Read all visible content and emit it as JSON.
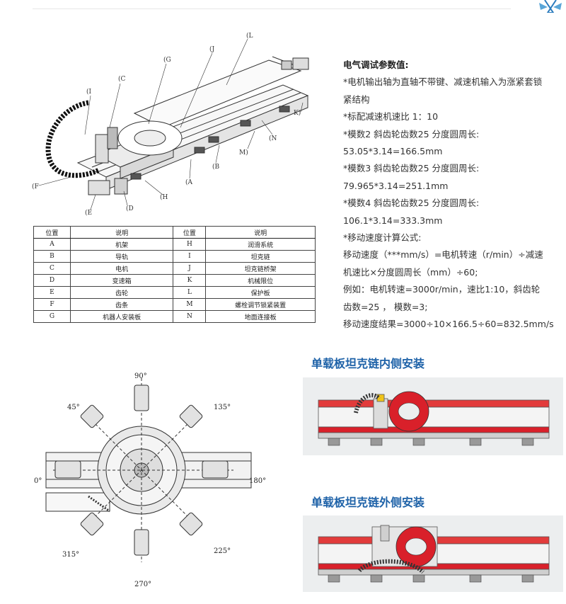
{
  "callouts": [
    "I",
    "C",
    "G",
    "J",
    "L",
    "K",
    "N",
    "M",
    "B",
    "A",
    "H",
    "D",
    "E",
    "F"
  ],
  "table": {
    "headers": [
      "位置",
      "说明",
      "位置",
      "说明"
    ],
    "rows": [
      [
        "A",
        "机架",
        "H",
        "润滑系统"
      ],
      [
        "B",
        "导轨",
        "I",
        "坦克链"
      ],
      [
        "C",
        "电机",
        "J",
        "坦克链桥架"
      ],
      [
        "D",
        "变速箱",
        "K",
        "机械限位"
      ],
      [
        "E",
        "齿轮",
        "L",
        "保护板"
      ],
      [
        "F",
        "齿条",
        "M",
        "螺栓调节锁紧装置"
      ],
      [
        "G",
        "机器人安装板",
        "N",
        "地面连接板"
      ]
    ]
  },
  "params": {
    "title": "电气调试参数值:",
    "lines": [
      "*电机输出轴为直轴不带键、减速机输入为涨紧套锁",
      "紧结构",
      "*标配减速机速比 1：10",
      "*模数2   斜齿轮齿数25   分度圆周长:",
      "53.05*3.14=166.5mm",
      "*模数3   斜齿轮齿数25   分度圆周长:",
      "79.965*3.14=251.1mm",
      "*模数4   斜齿轮齿数25   分度圆周长:",
      "106.1*3.14=333.3mm",
      "*移动速度计算公式:",
      "移动速度（***mm/s）=电机转速（r/min）÷减速",
      "机速比×分度圆周长（mm）÷60;",
      "例如：电机转速=3000r/min，速比1:10，斜齿轮",
      "齿数=25 ， 模数=3;",
      "移动速度结果=3000÷10×166.5÷60=832.5mm/s"
    ]
  },
  "sections": {
    "inner": "单载板坦克链内侧安装",
    "outer": "单载板坦克链外侧安装"
  },
  "angles": [
    "90°",
    "45°",
    "135°",
    "0°",
    "180°",
    "315°",
    "225°",
    "270°"
  ],
  "colors": {
    "heading": "#1e62a8",
    "red_plate": "#d9202a"
  }
}
